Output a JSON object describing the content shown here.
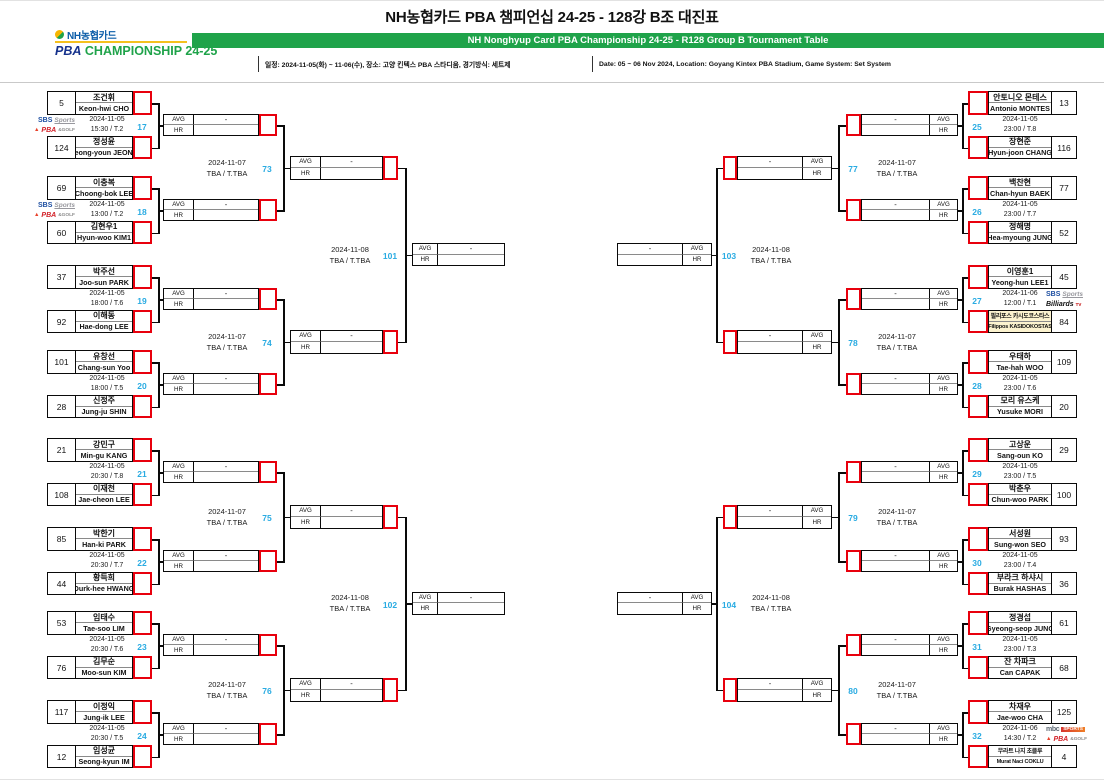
{
  "header": {
    "title": "NH농협카드 PBA 챔피언십 24-25 - 128강 B조 대진표",
    "banner": "NH Nonghyup Card PBA Championship 24-25 - R128 Group B Tournament Table",
    "logo": {
      "nh": "NH농협카드",
      "pba": "PBA",
      "champ": "CHAMPIONSHIP 24-25"
    },
    "info_kr": "일정: 2024-11-05(화) ~ 11-06(수), 장소: 고양 킨텍스 PBA 스타디움, 경기방식: 세트제",
    "info_en": "Date: 05 ~ 06 Nov 2024, Location: Goyang Kintex PBA Stadium, Game System: Set System"
  },
  "logos": {
    "sbs_sports": {
      "a": "SBS",
      "b": "Sports"
    },
    "pba_golf": {
      "a": "PBA",
      "b": "&GOLF"
    },
    "billiards_tv": {
      "a": "Billiards",
      "b": "TV"
    },
    "mbc_sports": {
      "a": "mbc",
      "b": "SPORTS"
    }
  },
  "stats": {
    "avg": "AVG",
    "hr": "HR",
    "dash": "-"
  },
  "colors": {
    "green": "#1FA34A",
    "cyan": "#29ABE2",
    "red": "#E8000D",
    "highlight": "#FCF3CF"
  },
  "round1": [
    {
      "no": "17",
      "side": "L",
      "date": "2024-11-05",
      "time": "15:30 / T.2",
      "logos": [
        "sbs_sports",
        "pba_golf"
      ],
      "p1": {
        "seed": "5",
        "kr": "조건휘",
        "en": "Keon-hwi CHO"
      },
      "p2": {
        "seed": "124",
        "kr": "정성윤",
        "en": "Seong-youn JEONG"
      }
    },
    {
      "no": "18",
      "side": "L",
      "date": "2024-11-05",
      "time": "13:00 / T.2",
      "logos": [
        "sbs_sports",
        "pba_golf"
      ],
      "p1": {
        "seed": "69",
        "kr": "이충복",
        "en": "Choong-bok LEE"
      },
      "p2": {
        "seed": "60",
        "kr": "김현우1",
        "en": "Hyun-woo KIM1"
      }
    },
    {
      "no": "19",
      "side": "L",
      "date": "2024-11-05",
      "time": "18:00 / T.6",
      "logos": [],
      "p1": {
        "seed": "37",
        "kr": "박주선",
        "en": "Joo-sun PARK"
      },
      "p2": {
        "seed": "92",
        "kr": "이해동",
        "en": "Hae-dong LEE"
      }
    },
    {
      "no": "20",
      "side": "L",
      "date": "2024-11-05",
      "time": "18:00 / T.5",
      "logos": [],
      "p1": {
        "seed": "101",
        "kr": "유창선",
        "en": "Chang-sun Yoo"
      },
      "p2": {
        "seed": "28",
        "kr": "신정주",
        "en": "Jung-ju SHIN"
      }
    },
    {
      "no": "21",
      "side": "L",
      "date": "2024-11-05",
      "time": "20:30 / T.8",
      "logos": [],
      "p1": {
        "seed": "21",
        "kr": "강민구",
        "en": "Min-gu KANG"
      },
      "p2": {
        "seed": "108",
        "kr": "이재천",
        "en": "Jae-cheon LEE"
      }
    },
    {
      "no": "22",
      "side": "L",
      "date": "2024-11-05",
      "time": "20:30 / T.7",
      "logos": [],
      "p1": {
        "seed": "85",
        "kr": "박한기",
        "en": "Han-ki PARK"
      },
      "p2": {
        "seed": "44",
        "kr": "황득희",
        "en": "Durk-hee HWANG"
      }
    },
    {
      "no": "23",
      "side": "L",
      "date": "2024-11-05",
      "time": "20:30 / T.6",
      "logos": [],
      "p1": {
        "seed": "53",
        "kr": "임태수",
        "en": "Tae-soo LIM"
      },
      "p2": {
        "seed": "76",
        "kr": "김무순",
        "en": "Moo-sun KIM"
      }
    },
    {
      "no": "24",
      "side": "L",
      "date": "2024-11-05",
      "time": "20:30 / T.5",
      "logos": [],
      "p1": {
        "seed": "117",
        "kr": "이정익",
        "en": "Jung-ik LEE"
      },
      "p2": {
        "seed": "12",
        "kr": "임성균",
        "en": "Seong-kyun IM"
      }
    },
    {
      "no": "25",
      "side": "R",
      "date": "2024-11-05",
      "time": "23:00 / T.8",
      "logos": [],
      "p1": {
        "seed": "13",
        "kr": "안토니오 몬테스",
        "en": "Antonio MONTES"
      },
      "p2": {
        "seed": "116",
        "kr": "장현준",
        "en": "Hyun-joon CHANG"
      }
    },
    {
      "no": "26",
      "side": "R",
      "date": "2024-11-05",
      "time": "23:00 / T.7",
      "logos": [],
      "p1": {
        "seed": "77",
        "kr": "백찬현",
        "en": "Chan-hyun BAEK"
      },
      "p2": {
        "seed": "52",
        "kr": "정해명",
        "en": "Hea-myoung JUNG"
      }
    },
    {
      "no": "27",
      "side": "R",
      "date": "2024-11-06",
      "time": "12:00 / T.1",
      "logos": [
        "sbs_sports",
        "billiards_tv"
      ],
      "p1": {
        "seed": "45",
        "kr": "이영훈1",
        "en": "Yeong-hun LEE1"
      },
      "p2": {
        "seed": "84",
        "kr": "필리포스 카시도코스타스",
        "en": "Filippos KASIDOKOSTAS",
        "small": true,
        "highlight": true
      }
    },
    {
      "no": "28",
      "side": "R",
      "date": "2024-11-05",
      "time": "23:00 / T.6",
      "logos": [],
      "p1": {
        "seed": "109",
        "kr": "우태하",
        "en": "Tae-hah WOO"
      },
      "p2": {
        "seed": "20",
        "kr": "모리 유스케",
        "en": "Yusuke MORI"
      }
    },
    {
      "no": "29",
      "side": "R",
      "date": "2024-11-05",
      "time": "23:00 / T.5",
      "logos": [],
      "p1": {
        "seed": "29",
        "kr": "고상운",
        "en": "Sang-oun KO"
      },
      "p2": {
        "seed": "100",
        "kr": "박춘우",
        "en": "Chun-woo PARK"
      }
    },
    {
      "no": "30",
      "side": "R",
      "date": "2024-11-05",
      "time": "23:00 / T.4",
      "logos": [],
      "p1": {
        "seed": "93",
        "kr": "서성원",
        "en": "Sung-won SEO"
      },
      "p2": {
        "seed": "36",
        "kr": "부라크 하샤시",
        "en": "Burak HASHAS"
      }
    },
    {
      "no": "31",
      "side": "R",
      "date": "2024-11-05",
      "time": "23:00 / T.3",
      "logos": [],
      "p1": {
        "seed": "61",
        "kr": "정경섭",
        "en": "Gyeong-seop JUNG"
      },
      "p2": {
        "seed": "68",
        "kr": "잔 차파크",
        "en": "Can CAPAK"
      }
    },
    {
      "no": "32",
      "side": "R",
      "date": "2024-11-06",
      "time": "14:30 / T.2",
      "logos": [
        "mbc_sports",
        "pba_golf"
      ],
      "p1": {
        "seed": "125",
        "kr": "차재우",
        "en": "Jae-woo CHA"
      },
      "p2": {
        "seed": "4",
        "kr": "무라트 나지 초클루",
        "en": "Murat Naci COKLU",
        "small": true
      }
    }
  ],
  "round2": [
    {
      "no": "73",
      "side": "L",
      "date": "2024-11-07",
      "time": "TBA / T.TBA"
    },
    {
      "no": "74",
      "side": "L",
      "date": "2024-11-07",
      "time": "TBA / T.TBA"
    },
    {
      "no": "75",
      "side": "L",
      "date": "2024-11-07",
      "time": "TBA / T.TBA"
    },
    {
      "no": "76",
      "side": "L",
      "date": "2024-11-07",
      "time": "TBA / T.TBA"
    },
    {
      "no": "77",
      "side": "R",
      "date": "2024-11-07",
      "time": "TBA / T.TBA"
    },
    {
      "no": "78",
      "side": "R",
      "date": "2024-11-07",
      "time": "TBA / T.TBA"
    },
    {
      "no": "79",
      "side": "R",
      "date": "2024-11-07",
      "time": "TBA / T.TBA"
    },
    {
      "no": "80",
      "side": "R",
      "date": "2024-11-07",
      "time": "TBA / T.TBA"
    }
  ],
  "round3": [
    {
      "no": "101",
      "side": "L",
      "date": "2024-11-08",
      "time": "TBA / T.TBA"
    },
    {
      "no": "102",
      "side": "L",
      "date": "2024-11-08",
      "time": "TBA / T.TBA"
    },
    {
      "no": "103",
      "side": "R",
      "date": "2024-11-08",
      "time": "TBA / T.TBA"
    },
    {
      "no": "104",
      "side": "R",
      "date": "2024-11-08",
      "time": "TBA / T.TBA"
    }
  ]
}
